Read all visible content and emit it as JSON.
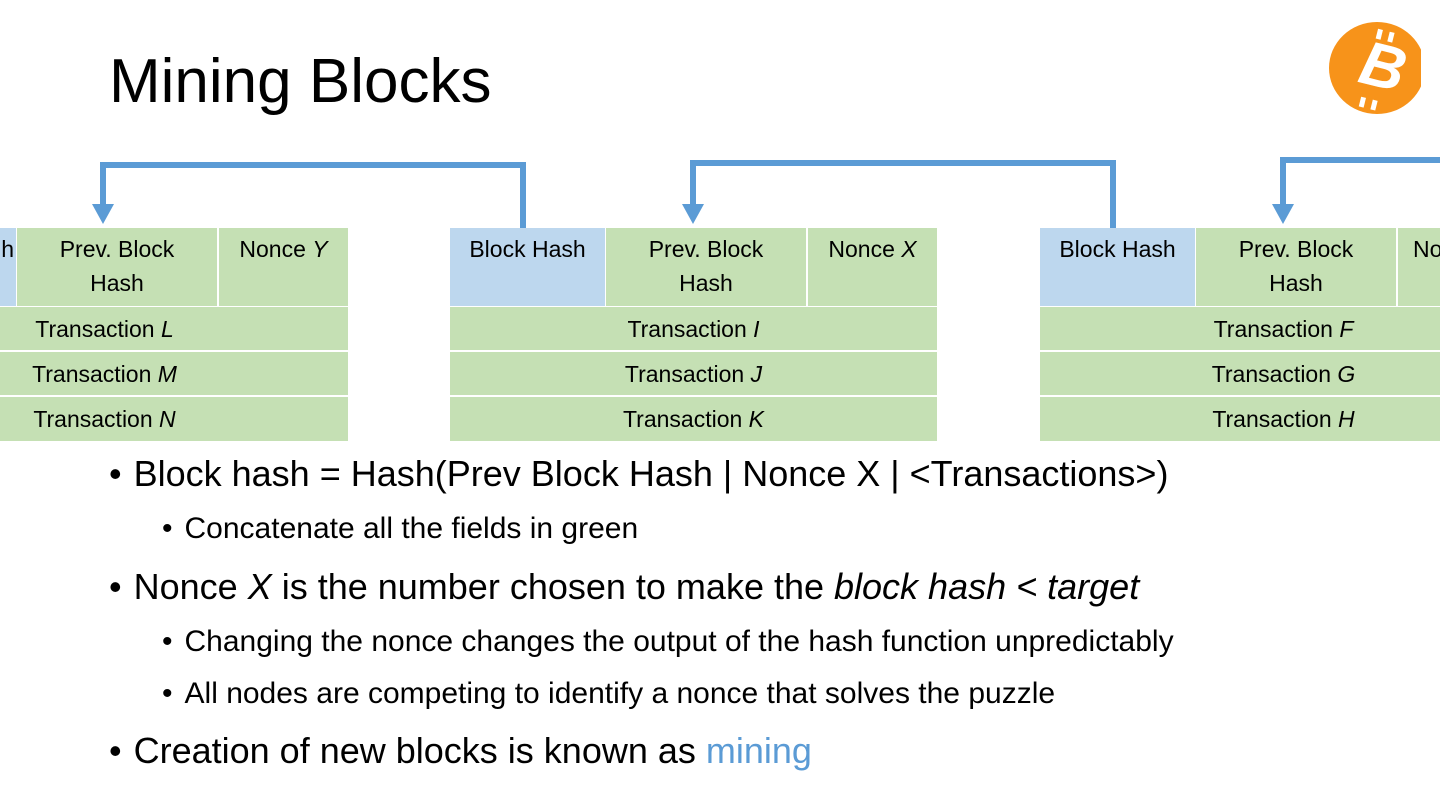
{
  "slide": {
    "title": "Mining Blocks"
  },
  "logo": {
    "icon": "bitcoin-logo",
    "glyph": "B",
    "colors": {
      "background": "#f7931a",
      "glyph": "#ffffff"
    }
  },
  "colors": {
    "block_hash_cell": "#bdd7ee",
    "green_cell": "#c5e0b4",
    "arrow": "#5b9bd5",
    "link": "#5b9bd5"
  },
  "blocks": [
    {
      "block_hash": "Block Hash",
      "block_hash_partial": "h",
      "prev_hash": "Prev. Block Hash",
      "nonce_label": "Nonce",
      "nonce_var": "Y",
      "transaction_label": "Transaction",
      "transactions": [
        "L",
        "M",
        "N"
      ]
    },
    {
      "block_hash": "Block Hash",
      "prev_hash": "Prev. Block Hash",
      "nonce_label": "Nonce",
      "nonce_var": "X",
      "transaction_label": "Transaction",
      "transactions": [
        "I",
        "J",
        "K"
      ]
    },
    {
      "block_hash": "Block Hash",
      "prev_hash": "Prev. Block Hash",
      "nonce_label": "Nonce",
      "nonce_partial": "No",
      "transaction_label": "Transaction",
      "transactions": [
        "F",
        "G",
        "H"
      ]
    }
  ],
  "bullets": {
    "b1": "Block hash = Hash(Prev Block Hash | Nonce X | <Transactions>)",
    "b1_sub": "Concatenate all the fields in green",
    "b2_pre": "Nonce ",
    "b2_var": "X",
    "b2_mid": " is the number chosen to make the ",
    "b2_em": "block hash < target",
    "b2_sub1": "Changing the nonce changes the output of the hash function unpredictably",
    "b2_sub2": "All nodes are competing to identify a nonce that solves the puzzle",
    "b3_pre": "Creation of new blocks is known as ",
    "b3_link": "mining"
  }
}
